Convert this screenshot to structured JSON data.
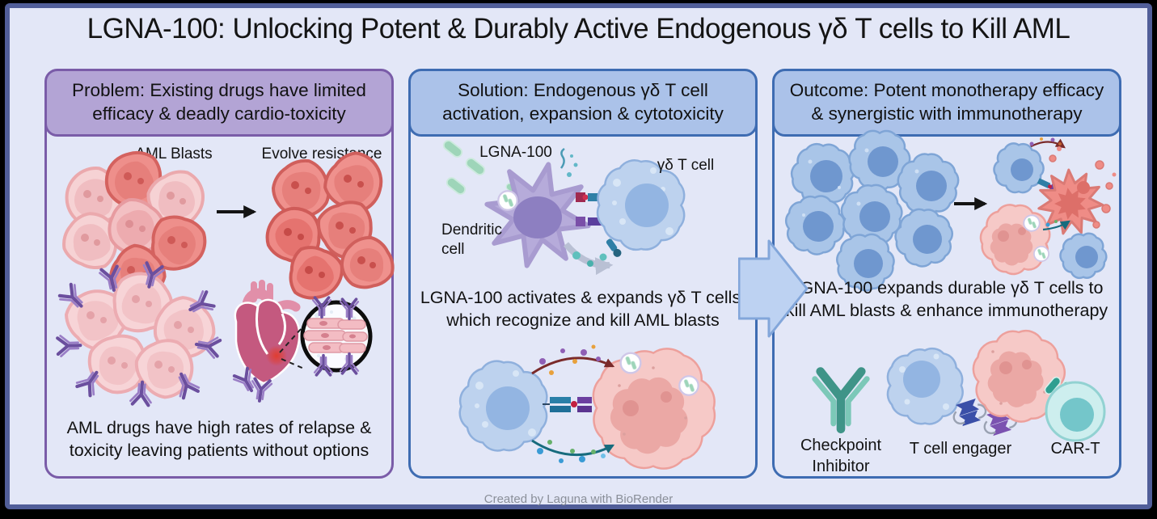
{
  "title": "LGNA-100: Unlocking Potent & Durably Active Endogenous γδ T cells to Kill AML",
  "footer": "Created by Laguna with BioRender",
  "colors": {
    "background": "#e3e7f7",
    "frame_border": "#515e99",
    "problem": {
      "border": "#7a5ca8",
      "header_bg": "#b3a4d5"
    },
    "solution": {
      "border": "#3e6cb2",
      "header_bg": "#abc2e9"
    },
    "outcome": {
      "border": "#3e6cb2",
      "header_bg": "#abc2e9"
    },
    "arrow": {
      "fill": "#bdd2f2",
      "stroke": "#82a6da"
    },
    "footer_text": "#8a8f99"
  },
  "panels": {
    "problem": {
      "header": "Problem: Existing drugs have limited efficacy & deadly cardio-toxicity",
      "labels": {
        "aml_blasts": "AML Blasts",
        "evolve_resistance": "Evolve resistance"
      },
      "caption": "AML drugs have high rates of relapse & toxicity leaving patients without options"
    },
    "solution": {
      "header": "Solution: Endogenous γδ T cell activation, expansion & cytotoxicity",
      "labels": {
        "lgna": "LGNA-100",
        "dendritic_l1": "Dendritic",
        "dendritic_l2": "cell",
        "gd_t_cell": "γδ T cell"
      },
      "caption": "LGNA-100 activates & expands γδ T cells, which recognize and kill AML blasts"
    },
    "outcome": {
      "header": "Outcome: Potent monotherapy efficacy & synergistic with immunotherapy",
      "caption": "LGNA-100 expands durable γδ T cells to kill AML blasts & enhance immunotherapy",
      "labels": {
        "checkpoint_l1": "Checkpoint",
        "checkpoint_l2": "Inhibitor",
        "t_cell_engager": "T cell engager",
        "car_t": "CAR-T"
      }
    }
  }
}
